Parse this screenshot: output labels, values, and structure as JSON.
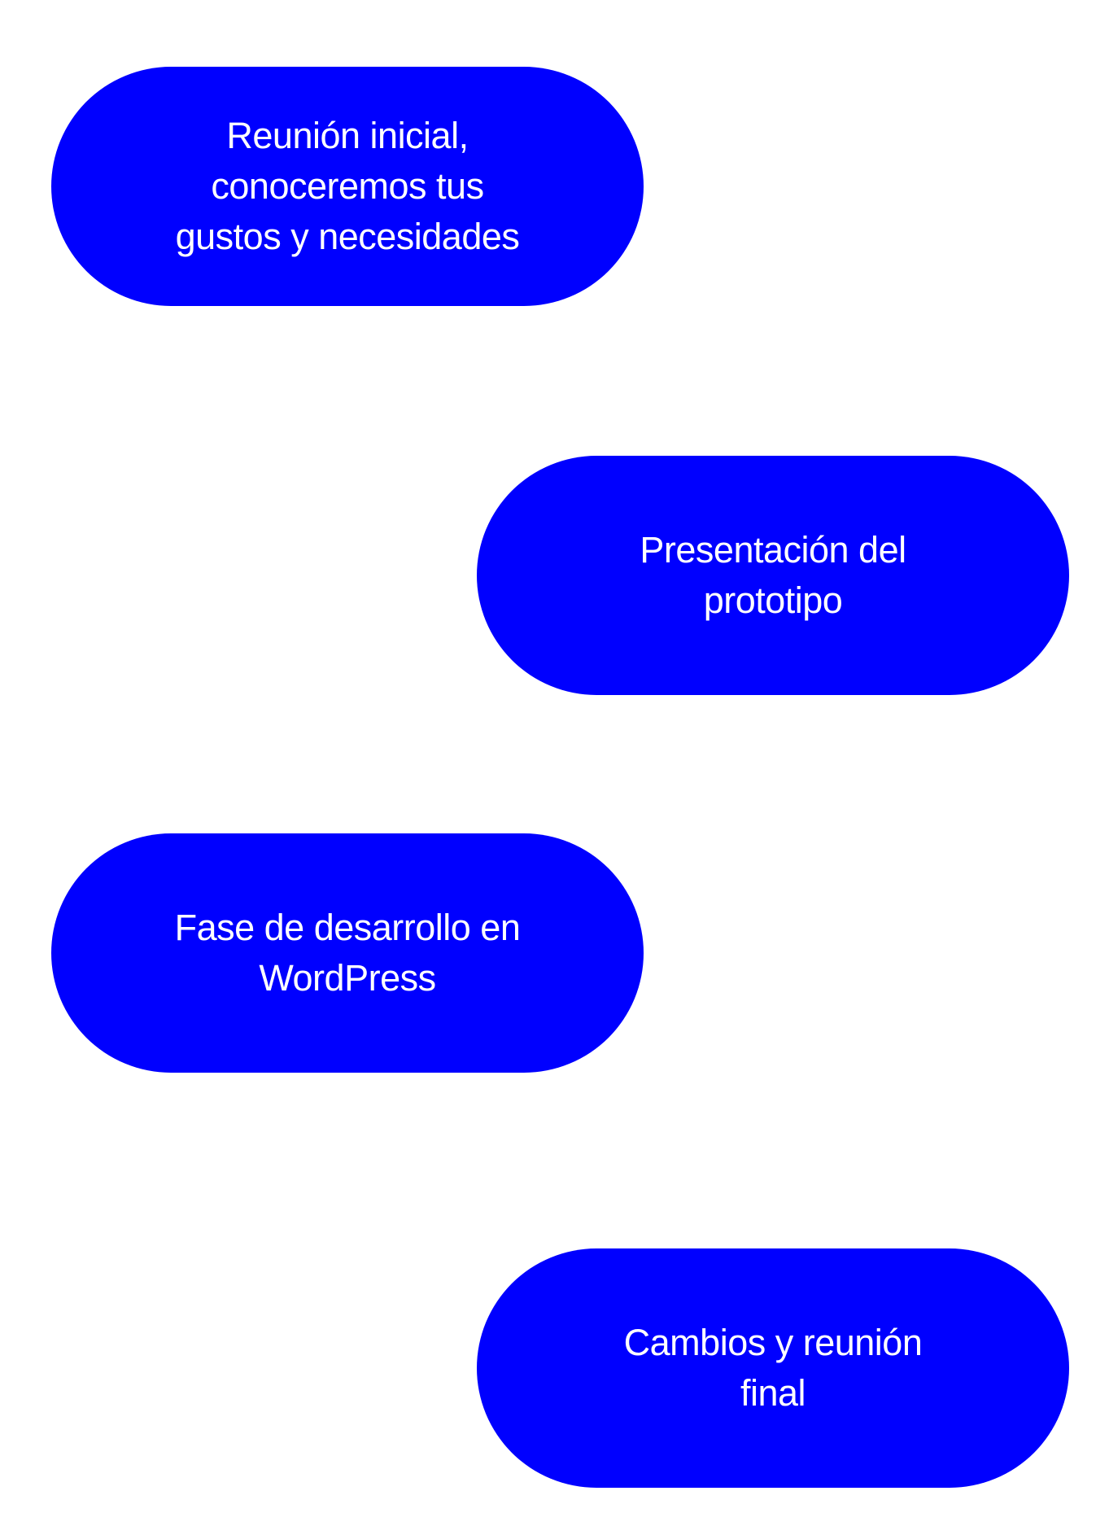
{
  "colors": {
    "background": "#ffffff",
    "pill_fill": "#0000ff",
    "pill_text": "#ffffff"
  },
  "steps": [
    {
      "text": "Reunión inicial,\nconoceremos tus\ngustos y necesidades"
    },
    {
      "text": "Presentación del\nprototipo"
    },
    {
      "text": "Fase de desarrollo en\nWordPress"
    },
    {
      "text": "Cambios y reunión\nfinal"
    }
  ]
}
